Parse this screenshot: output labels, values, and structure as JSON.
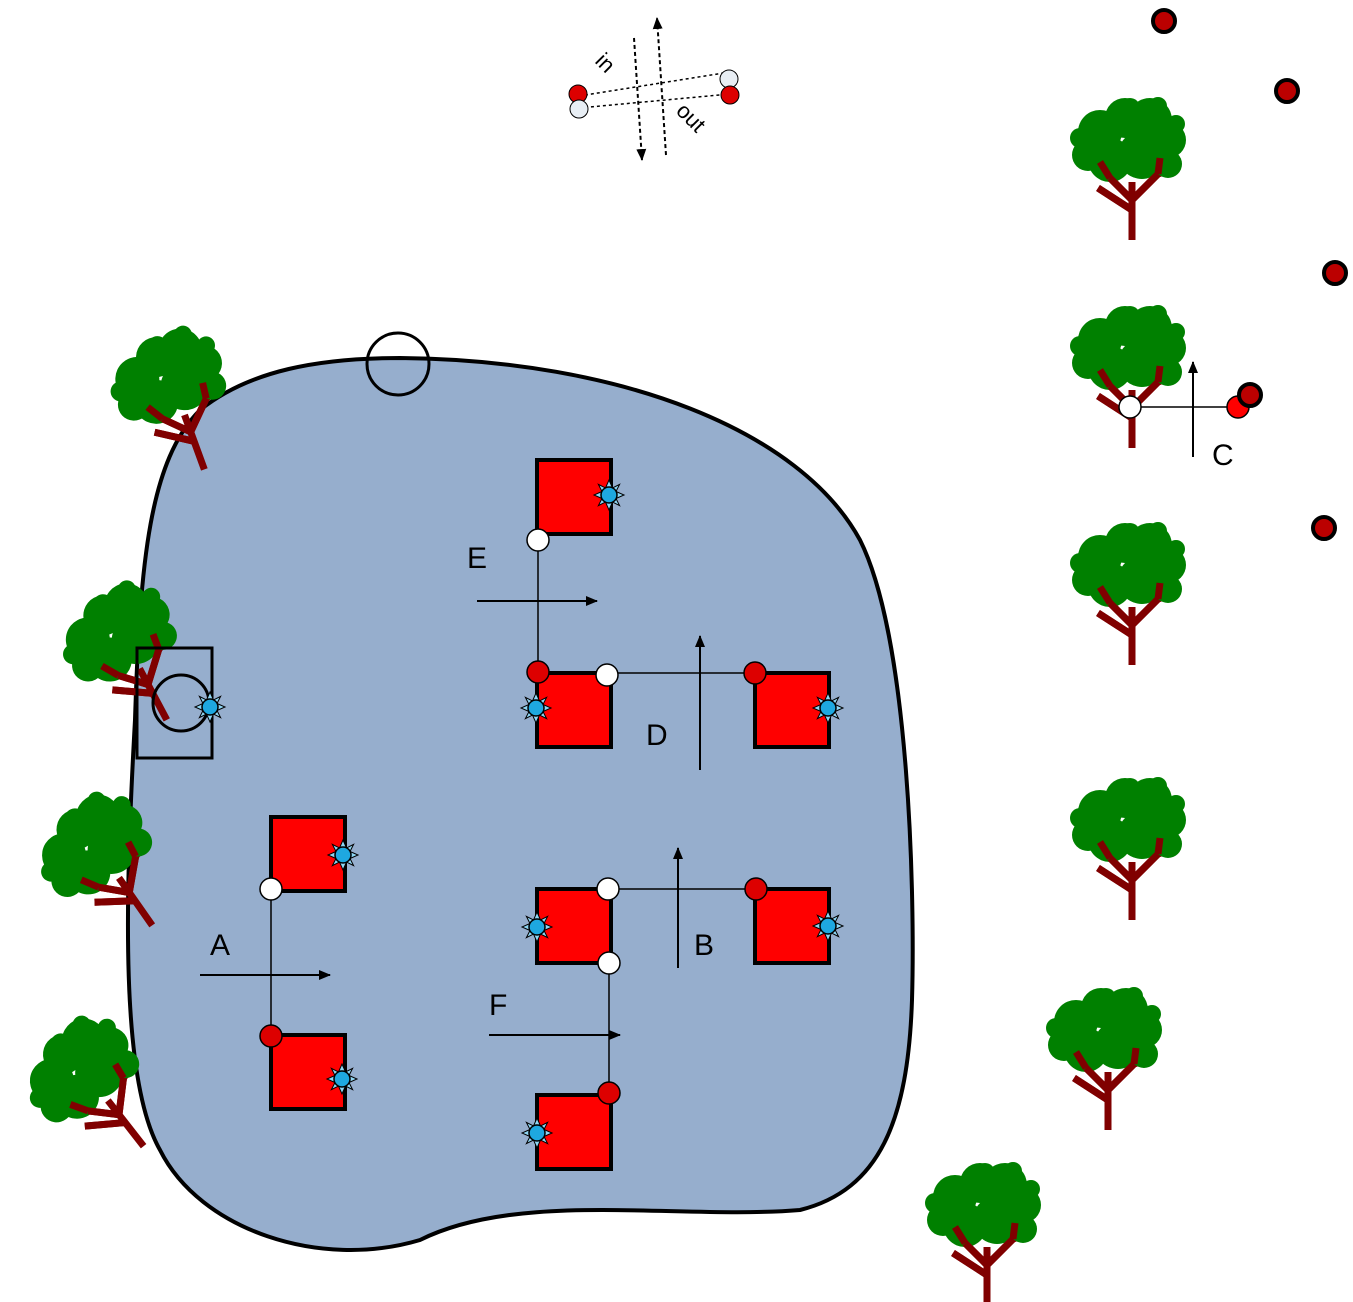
{
  "legend": {
    "in_label": "in",
    "out_label": "out"
  },
  "labels": {
    "A": "A",
    "B": "B",
    "C": "C",
    "D": "D",
    "E": "E",
    "F": "F"
  },
  "colors": {
    "background": "#ffffff",
    "region_fill": "#96aecd",
    "square_fill": "#ff0000",
    "red_dot": "#dd0000",
    "white_dot": "#ffffff",
    "light_dot": "#e8eef4",
    "blue_dot": "#1ea8e0",
    "tree_leaf": "#008000",
    "tree_trunk": "#800000",
    "outline": "#000000"
  }
}
